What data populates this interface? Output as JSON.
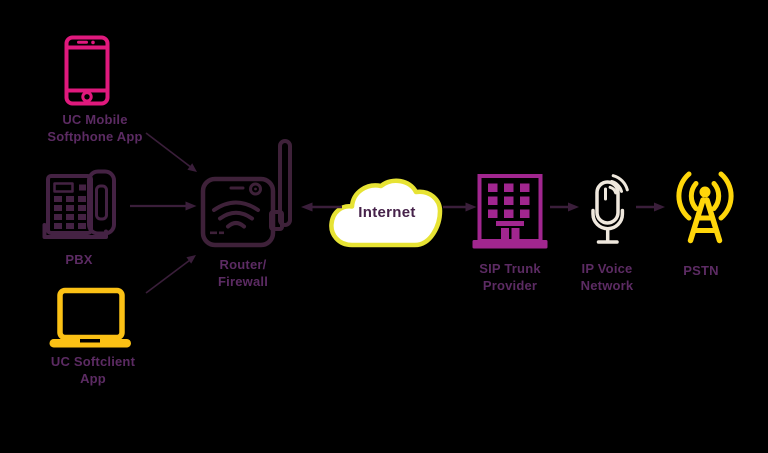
{
  "diagram": {
    "title": "UC / SIP trunking call flow diagram",
    "background_color": "#000000",
    "label_text_color": "#5C2B63",
    "nodes": {
      "uc_mobile": {
        "label": [
          "UC Mobile",
          "Softphone App"
        ],
        "icon": "smartphone-icon",
        "color": "#E0197D"
      },
      "pbx": {
        "label": [
          "PBX"
        ],
        "icon": "desk-phone-icon",
        "color": "#442243"
      },
      "uc_softclient": {
        "label": [
          "UC Softclient",
          "App"
        ],
        "icon": "laptop-icon",
        "color": "#FBC115"
      },
      "router": {
        "label": [
          "Router/",
          "Firewall"
        ],
        "icon": "wifi-router-icon",
        "color": "#3E2139"
      },
      "internet": {
        "label": [
          "Internet"
        ],
        "icon": "cloud-icon",
        "color": "#E7E334"
      },
      "sip_trunk": {
        "label": [
          "SIP Trunk",
          "Provider"
        ],
        "icon": "office-building-icon",
        "color": "#A1268F"
      },
      "ip_voice": {
        "label": [
          "IP Voice",
          "Network"
        ],
        "icon": "microphone-icon",
        "color": "#EFE8DD"
      },
      "pstn": {
        "label": [
          "PSTN"
        ],
        "icon": "radio-tower-icon",
        "color": "#FFD60A"
      }
    },
    "connections": [
      {
        "from": "uc_mobile",
        "to": "router",
        "style": "thin-arrow"
      },
      {
        "from": "pbx",
        "to": "router",
        "style": "arrow"
      },
      {
        "from": "uc_softclient",
        "to": "router",
        "style": "thin-arrow"
      },
      {
        "from": "internet",
        "to": "router",
        "style": "arrow"
      },
      {
        "from": "internet",
        "to": "sip_trunk",
        "style": "arrow"
      },
      {
        "from": "sip_trunk",
        "to": "ip_voice",
        "style": "arrow"
      },
      {
        "from": "ip_voice",
        "to": "pstn",
        "style": "arrow"
      }
    ],
    "arrow_color": "#3A1E3A"
  }
}
